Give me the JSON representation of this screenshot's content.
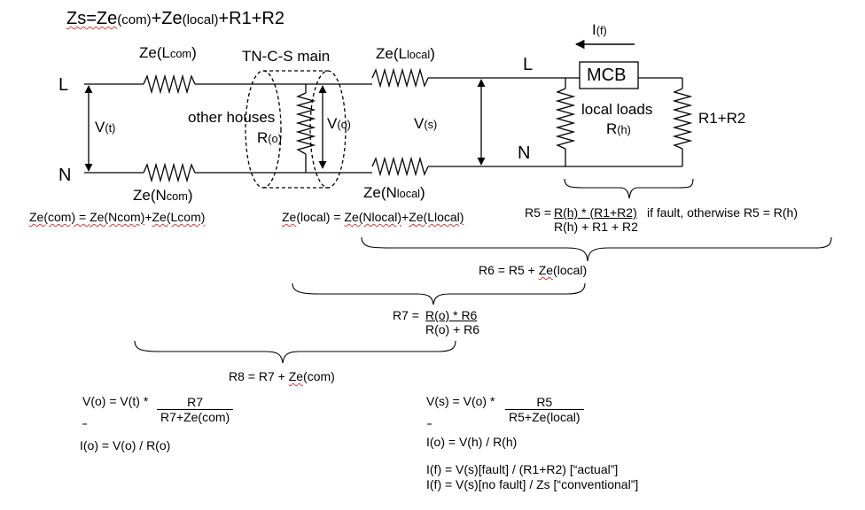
{
  "header": {
    "formula_main": "Zs=Ze",
    "formula_com_sub": "(com)",
    "formula_plus": "+Ze",
    "formula_local_sub": "(local)",
    "formula_tail": "+R1+R2"
  },
  "circuit": {
    "L_left": "L",
    "N_left": "N",
    "L_right": "L",
    "N_right": "N",
    "vt_main": "V",
    "vt_sub": "(t)",
    "zel_com_main": "Ze(L",
    "zel_com_sub": "com",
    "zel_com_close": ")",
    "zen_com_main": "Ze(N",
    "zen_com_sub": "com",
    "zen_com_close": ")",
    "tncs": "TN-C-S main",
    "other_houses": "other houses",
    "ro_main": "R",
    "ro_sub": "(o)",
    "vo_main": "V",
    "vo_sub": "(o)",
    "zel_local_main": "Ze(L",
    "zel_local_sub": "local",
    "zel_local_close": ")",
    "zen_local_main": "Ze(N",
    "zen_local_sub": "local",
    "zen_local_close": ")",
    "vs_main": "V",
    "vs_sub": "(s)",
    "if_main": "I",
    "if_sub": "(f)",
    "mcb": "MCB",
    "local_loads": "local loads",
    "rh_main": "R",
    "rh_sub": "(h)",
    "r1r2": "R1+R2"
  },
  "equations": {
    "zecom_lhs": "Ze(com) = ",
    "zecom_rhs1": "Ze(Ncom)",
    "zecom_plus": "+",
    "zecom_rhs2": "Ze(Lcom)",
    "zelocal_lhs1": "Ze",
    "zelocal_lhs2": "(local) = ",
    "zelocal_rhs1": "Ze(Nlocal)",
    "zelocal_plus": "+",
    "zelocal_rhs2": "Ze(Llocal)",
    "r5_lhs": "R5 = ",
    "r5_num": "R(h) * (R1+R2)",
    "r5_den": "R(h) + R1 + R2",
    "r5_note": "  if fault, otherwise R5 = R(h)",
    "r6_a": "R6 = R5 + ",
    "r6_b": "Ze",
    "r6_c": "(local)",
    "r7_lhs": "R7 = ",
    "r7_num": "R(o) * R6",
    "r7_den": "R(o) + R6",
    "r8_a": "R8 = R7 + ",
    "r8_b": "Ze",
    "r8_c": "(com)",
    "vo_lhs": "V(o) = V(t) * ",
    "vo_num": "R7",
    "vo_den": "R7+Ze(com)",
    "vs_lhs": "V(s) = V(o) * ",
    "vs_num": "R5",
    "vs_den": "R5+Ze(local)",
    "io": "I(o) = V(o) / R(o)",
    "ih": "I(o) = V(h) / R(h)",
    "if_actual": "I(f) = V(s)[fault] / (R1+R2) [“actual”]",
    "if_conv": "I(f) = V(s)[no fault] / Zs  [“conventional”]"
  }
}
